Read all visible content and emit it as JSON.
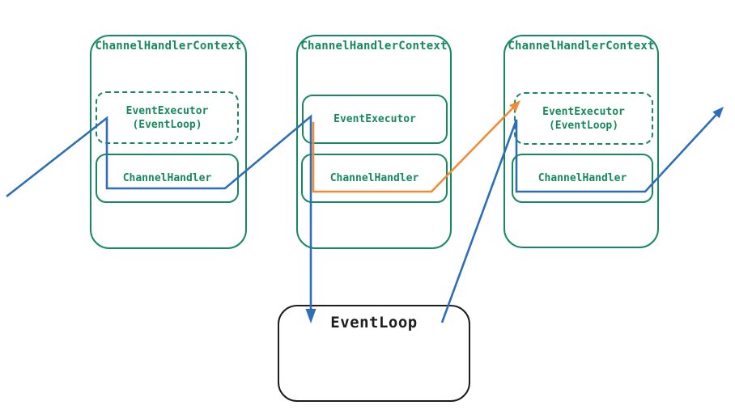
{
  "colors": {
    "green": "#168a5e",
    "blue": "#2e6eb8",
    "orange": "#ef8c35",
    "black": "#1d1d1f",
    "background": "#ffffff"
  },
  "diagram": {
    "contexts": [
      {
        "title": "ChannelHandlerContext",
        "executor": {
          "label": "EventExecutor",
          "sublabel": "(EventLoop)",
          "style": "dashed"
        },
        "handler": {
          "label": "ChannelHandler"
        }
      },
      {
        "title": "ChannelHandlerContext",
        "executor": {
          "label": "EventExecutor",
          "sublabel": "",
          "style": "solid"
        },
        "handler": {
          "label": "ChannelHandler"
        }
      },
      {
        "title": "ChannelHandlerContext",
        "executor": {
          "label": "EventExecutor",
          "sublabel": "(EventLoop)",
          "style": "dashed"
        },
        "handler": {
          "label": "ChannelHandler"
        }
      }
    ],
    "eventloop": {
      "label": "EventLoop"
    },
    "connections": [
      {
        "name": "inbound-event-arrow",
        "color": "blue",
        "from": "outside-left",
        "through": [
          "context-1-handler"
        ],
        "to": "eventloop-box",
        "arrowhead": "down"
      },
      {
        "name": "execute-handoff-arrow",
        "color": "orange",
        "from": "context-2-handler",
        "to": "context-3-executor",
        "arrowhead": "up-right"
      },
      {
        "name": "eventloop-resume-arrow",
        "color": "blue",
        "from": "eventloop-box",
        "through": [
          "context-3-handler"
        ],
        "to": "outside-top-right",
        "arrowhead": "up-right"
      }
    ]
  }
}
